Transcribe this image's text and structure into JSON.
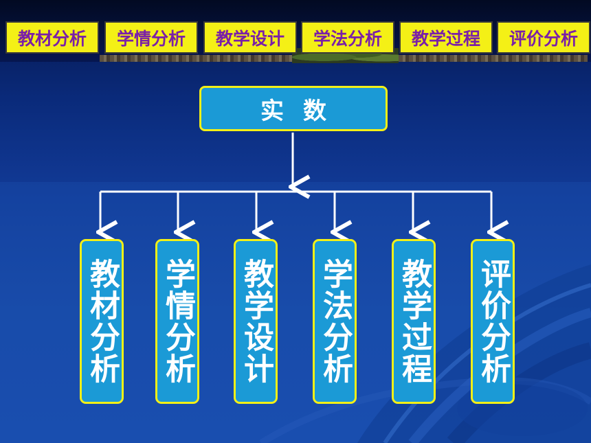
{
  "nav": {
    "items": [
      {
        "label": "教材分析"
      },
      {
        "label": "学情分析"
      },
      {
        "label": "教学设计"
      },
      {
        "label": "学法分析"
      },
      {
        "label": "教学过程"
      },
      {
        "label": "评价分析"
      }
    ]
  },
  "diagram": {
    "root": "实数",
    "children": [
      "教材分析",
      "学情分析",
      "教学设计",
      "学法分析",
      "教学过程",
      "评价分析"
    ]
  },
  "colors": {
    "button_bg": "#f4f016",
    "button_text": "#7a1fa8",
    "box_bg": "#1b9ad6",
    "box_border": "#f4f016",
    "connector": "#ffffff"
  }
}
